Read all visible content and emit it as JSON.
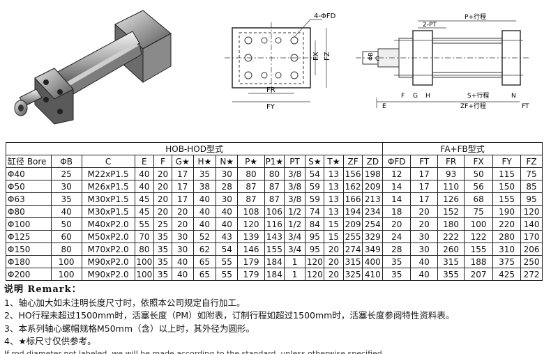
{
  "drawing": {
    "labels": {
      "fd": "4-ΦFD",
      "fx": "FX",
      "fz": "FZ",
      "fr": "FR",
      "fy": "FY",
      "p_stroke": "P+行程",
      "two_pt": "2-PT",
      "phi_b": "ΦB",
      "c": "C",
      "e": "E",
      "f": "F",
      "g": "G",
      "h": "H",
      "s_stroke": "S+行程",
      "n": "N",
      "zf_stroke": "ZF+行程",
      "ft": "FT"
    }
  },
  "table": {
    "groups": {
      "hob": "HOB-HOD型式",
      "fa": "FA+FB型式"
    },
    "headers": [
      "缸径 Bore",
      "ΦB",
      "C",
      "E",
      "F",
      "G★",
      "H★",
      "N★",
      "P★",
      "P1★",
      "PT",
      "S★",
      "T★",
      "ZF",
      "ZD",
      "ΦFD",
      "FT",
      "FR",
      "FX",
      "FY",
      "FZ"
    ],
    "rows": [
      [
        "Φ40",
        "25",
        "M22xP1.5",
        "40",
        "20",
        "17",
        "35",
        "30",
        "80",
        "80",
        "3/8",
        "54",
        "13",
        "156",
        "198",
        "12",
        "17",
        "93",
        "50",
        "115",
        "75"
      ],
      [
        "Φ50",
        "30",
        "M26xP1.5",
        "40",
        "20",
        "17",
        "38",
        "28",
        "87",
        "87",
        "3/8",
        "59",
        "13",
        "162",
        "209",
        "14",
        "17",
        "110",
        "56",
        "150",
        "85"
      ],
      [
        "Φ63",
        "35",
        "M30xP1.5",
        "45",
        "20",
        "17",
        "40",
        "30",
        "87",
        "87",
        "3/8",
        "59",
        "13",
        "166",
        "213",
        "14",
        "17",
        "126",
        "68",
        "155",
        "95"
      ],
      [
        "Φ80",
        "40",
        "M30xP1.5",
        "45",
        "20",
        "20",
        "40",
        "40",
        "108",
        "106",
        "1/2",
        "74",
        "13",
        "194",
        "234",
        "18",
        "20",
        "152",
        "75",
        "190",
        "120"
      ],
      [
        "Φ100",
        "50",
        "M40xP2.0",
        "55",
        "25",
        "20",
        "40",
        "40",
        "120",
        "116",
        "1/2",
        "84",
        "15",
        "209",
        "254",
        "20",
        "20",
        "180",
        "100",
        "220",
        "140"
      ],
      [
        "Φ125",
        "60",
        "M50xP2.0",
        "70",
        "35",
        "30",
        "52",
        "43",
        "139",
        "143",
        "3/4",
        "95",
        "15",
        "255",
        "329",
        "24",
        "30",
        "222",
        "122",
        "280",
        "170"
      ],
      [
        "Φ150",
        "80",
        "M70xP2.0",
        "80",
        "35",
        "30",
        "62",
        "54",
        "146",
        "155",
        "3/4",
        "95",
        "20",
        "274",
        "349",
        "28",
        "30",
        "260",
        "155",
        "310",
        "206"
      ],
      [
        "Φ180",
        "100",
        "M90xP2.0",
        "100",
        "35",
        "40",
        "65",
        "55",
        "179",
        "184",
        "1",
        "120",
        "20",
        "315",
        "400",
        "35",
        "40",
        "315",
        "188",
        "375",
        "250"
      ],
      [
        "Φ200",
        "100",
        "M90xP2.0",
        "100",
        "35",
        "40",
        "65",
        "55",
        "179",
        "184",
        "1",
        "120",
        "20",
        "325",
        "410",
        "35",
        "40",
        "355",
        "207",
        "425",
        "272"
      ]
    ]
  },
  "remarks": {
    "title": "说明 Remark：",
    "lines": [
      "1、轴心加大如未注明长度尺寸时，依照本公司规定自行加工。",
      "2、HO行程未超过1500mm时，活塞长度（PM）如附表，订制行程如超过1500mm时，活塞长度参阅特性资料表。",
      "3、本系列轴心螺帽规格M50mm（含）以上时，其外径为圆形。",
      "4、★标尺寸仅供参考。",
      "If rod diameter not labeled, we will be made according to the standard, unless otherwise specified."
    ]
  }
}
